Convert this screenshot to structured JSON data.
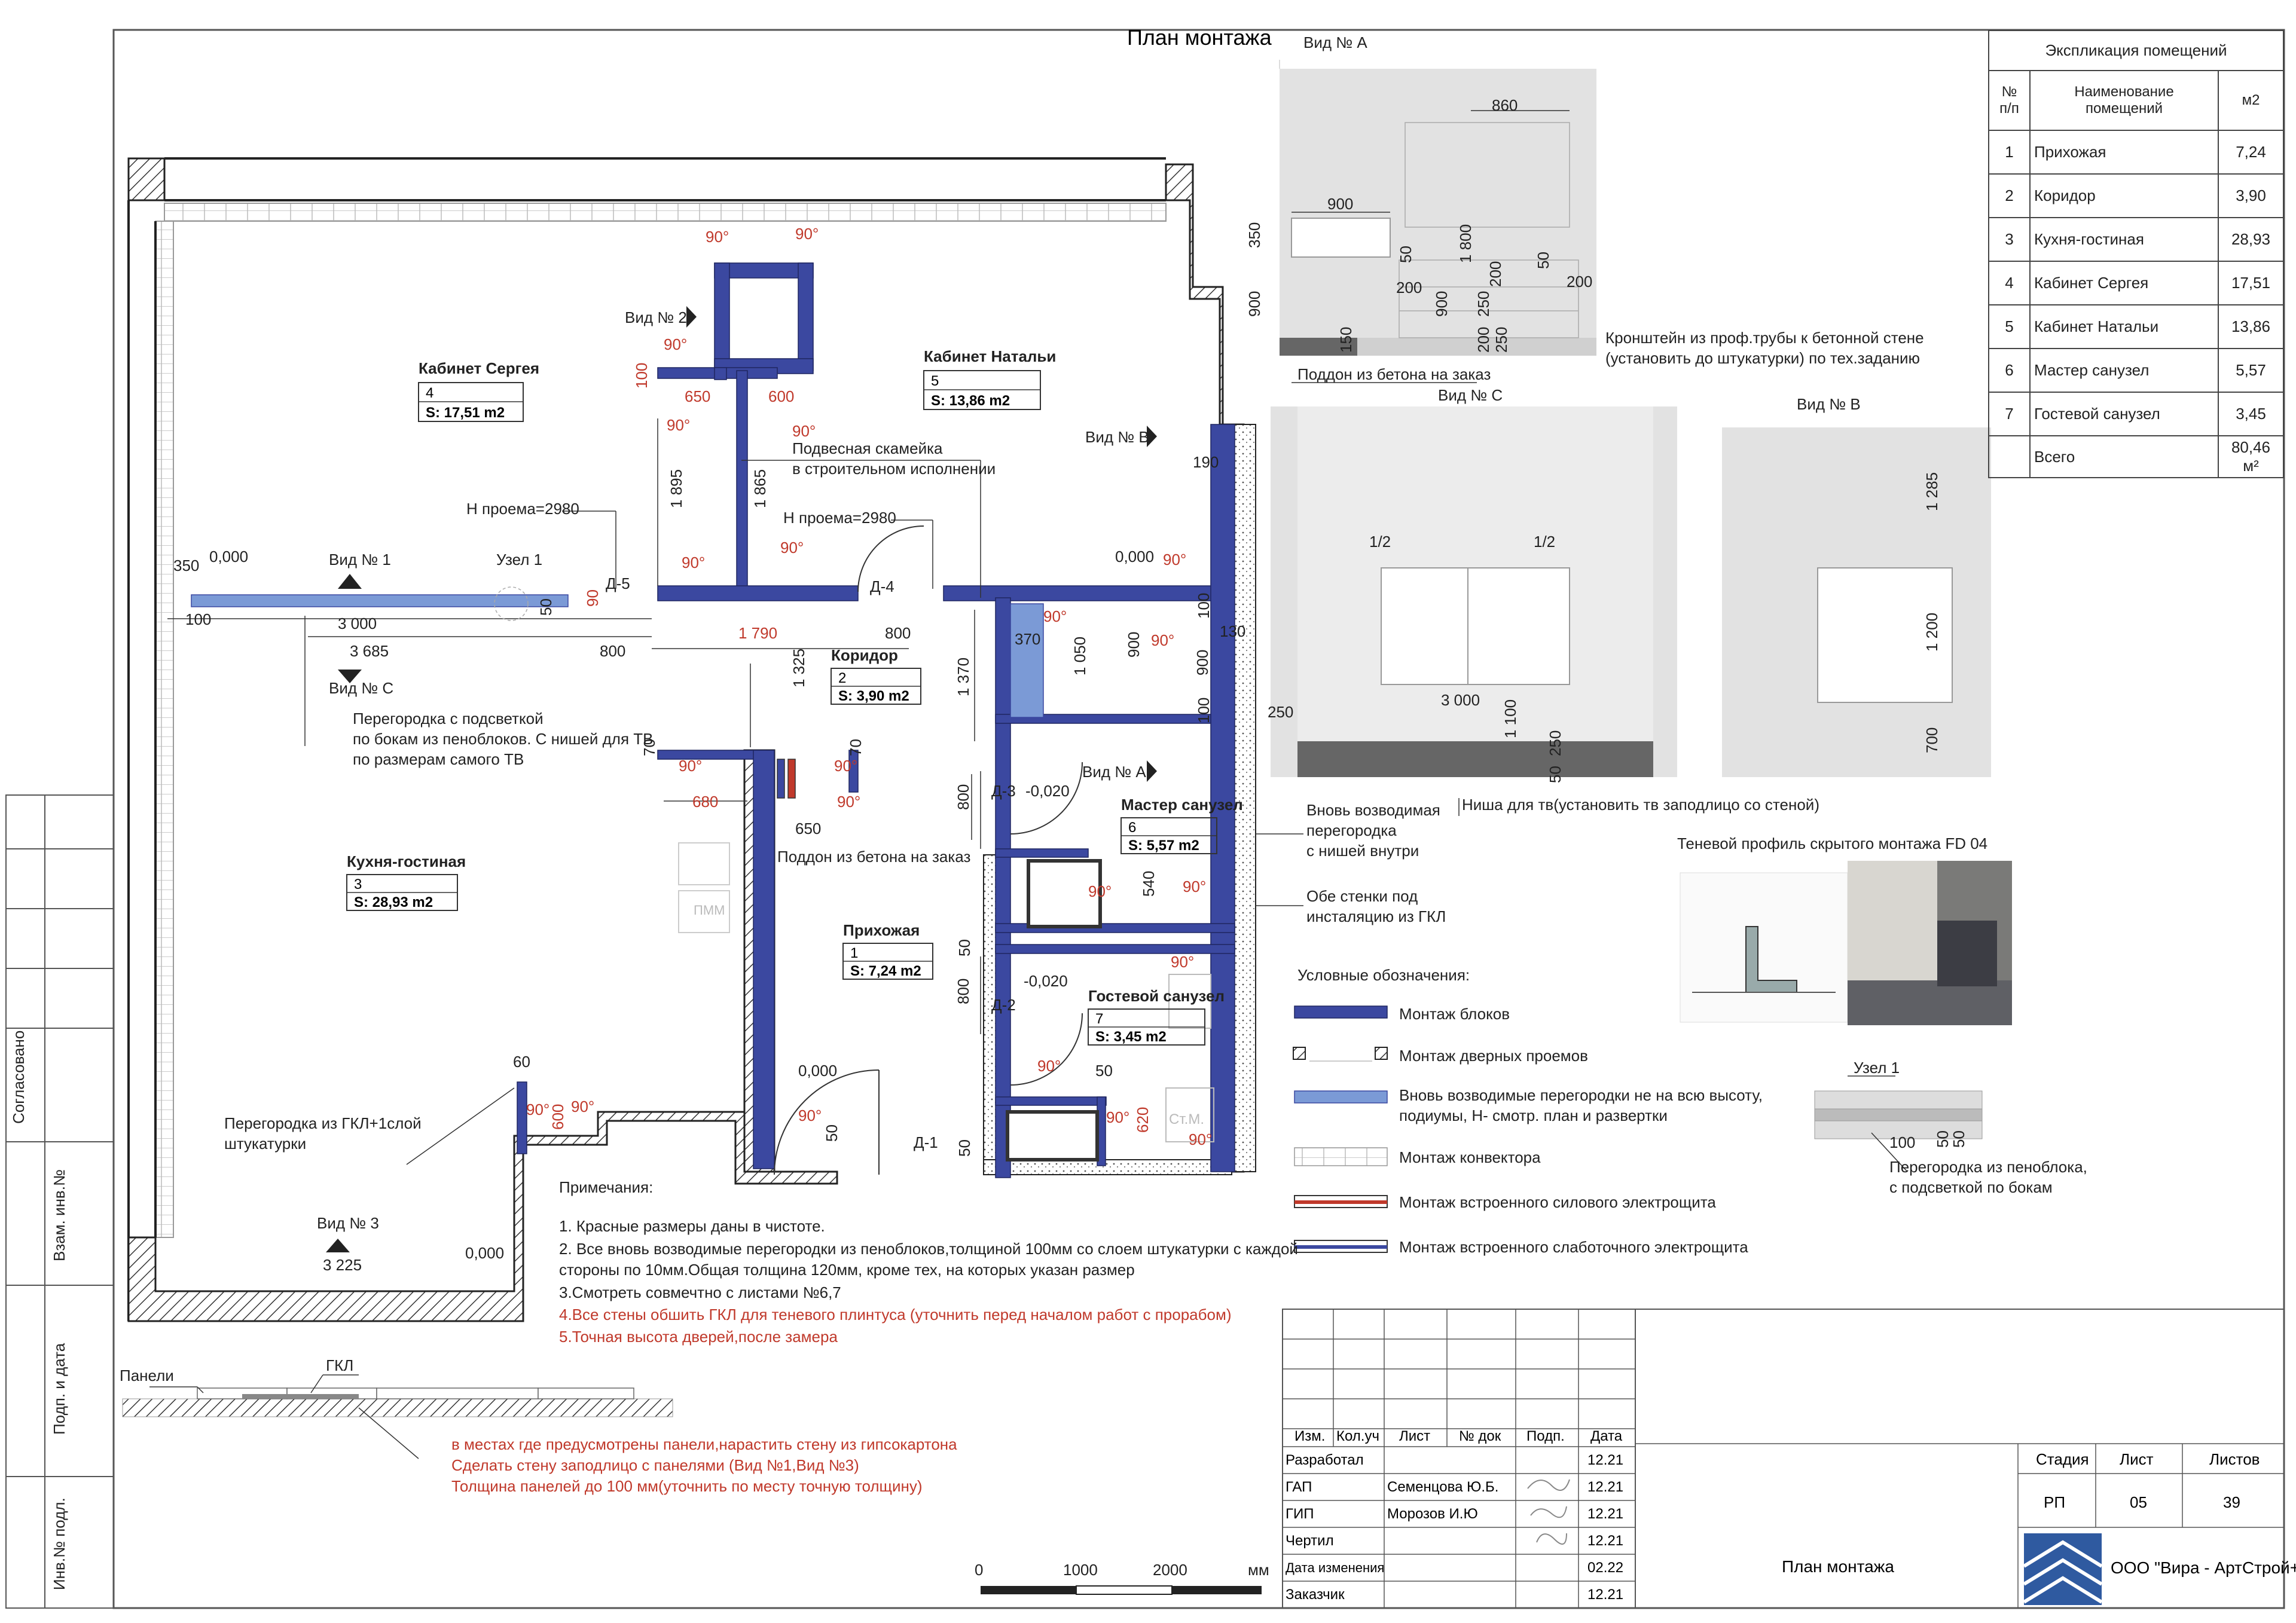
{
  "title": "План монтажа",
  "views": {
    "a": "Вид № А",
    "c": "Вид № С",
    "b": "Вид № В",
    "v1": "Вид № 1",
    "v2": "Вид № 2",
    "v3": "Вид № 3",
    "vc": "Вид № С",
    "vb": "Вид № В",
    "va2": "Вид № А"
  },
  "rooms": [
    {
      "name": "Кабинет Сергея",
      "num": "4",
      "area": "S: 17,51 m2"
    },
    {
      "name": "Кабинет Натальи",
      "num": "5",
      "area": "S: 13,86 m2"
    },
    {
      "name": "Коридор",
      "num": "2",
      "area": "S: 3,90 m2"
    },
    {
      "name": "Мастер санузел",
      "num": "6",
      "area": "S: 5,57 m2"
    },
    {
      "name": "Кухня-гостиная",
      "num": "3",
      "area": "S: 28,93 m2"
    },
    {
      "name": "Прихожая",
      "num": "1",
      "area": "S: 7,24 m2"
    },
    {
      "name": "Гостевой санузел",
      "num": "7",
      "area": "S: 3,45 m2"
    }
  ],
  "doors": {
    "d1": "Д-1",
    "d2": "Д-2",
    "d3": "Д-3",
    "d4": "Д-4",
    "d5": "Д-5"
  },
  "levels": {
    "l1": "0,000",
    "l2": "0,000",
    "l3": "0,000",
    "l4": "0,000",
    "l5": "-0,020",
    "l6": "-0,020"
  },
  "dims": {
    "d350": "350",
    "d100a": "100",
    "d3000": "3 000",
    "d3685": "3 685",
    "d800a": "800",
    "d1790": "1 790",
    "d800b": "800",
    "d50a": "50",
    "d90a": "90",
    "d1895": "1 895",
    "d1865": "1 865",
    "d650a": "650",
    "d600": "600",
    "d100b": "100",
    "d1325": "1 325",
    "d1370": "1 370",
    "d370": "370",
    "d1050": "1 050",
    "d900a": "900",
    "d900b": "900",
    "d190": "190",
    "d100c": "100",
    "d130": "130",
    "d100d": "100",
    "d680": "680",
    "d650b": "650",
    "d70a": "70",
    "d70b": "70",
    "d800c": "800",
    "d800d": "800",
    "d540": "540",
    "d50b": "50",
    "d50c": "50",
    "d50d": "50",
    "d620": "620",
    "d60": "60",
    "d600b": "600",
    "d50e": "50",
    "d3225": "3 225",
    "d50f": "50"
  },
  "angles": "90°",
  "callouts": {
    "h1": "Н проема=2980",
    "h2": "Н проема=2980",
    "node1": "Узел 1",
    "bench": "Подвесная скамейка\nв строительном исполнении",
    "partition_tv": "Перегородка с подсветкой\nпо бокам из пеноблоков. С нишей для ТВ\nпо размерам самого ТВ",
    "tray": "Поддон из бетона на заказ",
    "new_partition": "Вновь возводимая\nперегородка\nс нишей внутри",
    "both_walls": "Обе стенки под\nинсталяцию из ГКЛ",
    "gkl_partition": "Перегородка из ГКЛ+1слой\nштукатурки"
  },
  "view_a": {
    "d860": "860",
    "d900": "900",
    "d350": "350",
    "d900v": "900",
    "d150": "150",
    "d50": "50",
    "d1800": "1 800",
    "d200a": "200",
    "d900b": "900",
    "d200b": "200",
    "d250a": "250",
    "d200c": "200",
    "d250b": "250",
    "d50b": "50",
    "d200d": "200",
    "tray": "Поддон из бетона на заказ",
    "bracket": "Кронштейн из проф.трубы к бетонной стене\n(установить до штукатурки) по тех.заданию"
  },
  "view_c": {
    "half1": "1/2",
    "half2": "1/2",
    "d3000": "3 000",
    "d1100": "1 100",
    "d250": "250",
    "d50": "50",
    "d250b": "250",
    "niche": "Ниша для тв(установить тв заподлицо со стеной)"
  },
  "view_b": {
    "d1285": "1 285",
    "d1200": "1 200",
    "d700": "700"
  },
  "explication": {
    "title": "Экспликация помещений",
    "head": [
      "№\nп/п",
      "Наименование\nпомещений",
      "м2"
    ],
    "rows": [
      [
        "1",
        "Прихожая",
        "7,24"
      ],
      [
        "2",
        "Коридор",
        "3,90"
      ],
      [
        "3",
        "Кухня-гостиная",
        "28,93"
      ],
      [
        "4",
        "Кабинет Сергея",
        "17,51"
      ],
      [
        "5",
        "Кабинет Натальи",
        "13,86"
      ],
      [
        "6",
        "Мастер санузел",
        "5,57"
      ],
      [
        "7",
        "Гостевой санузел",
        "3,45"
      ]
    ],
    "total_label": "Всего",
    "total": "80,46 м²"
  },
  "profile_title": "Теневой профиль скрытого монтажа FD 04",
  "legend": {
    "title": "Условные обозначения:",
    "items": [
      "Монтаж блоков",
      "Монтаж дверных проемов",
      "Вновь возводимые перегородки не на всю высоту,\nподиумы, Н- смотр. план и развертки",
      "Монтаж конвектора",
      "Монтаж встроенного силового электрощита",
      "Монтаж встроенного слаботочного электрощита"
    ]
  },
  "node1": {
    "title": "Узел 1",
    "d100": "100",
    "d50a": "50",
    "d50b": "50",
    "caption": "Перегородка из пеноблока,\nс подсветкой по бокам"
  },
  "notes": {
    "title": "Примечания:",
    "items": [
      "1. Красные размеры даны в чистоте.",
      "2. Все вновь возводимые перегородки из пеноблоков,толщиной 100мм  со слоем штукатурки с каждой",
      "стороны по 10мм.Общая толщина 120мм, кроме тех, на которых указан размер",
      "3.Смотреть совмечтно с листами №6,7"
    ],
    "red_items": [
      "4.Все стены обшить ГКЛ для теневого плинтуса  (уточнить перед началом работ с прорабом)",
      "5.Точная высота дверей,после замера"
    ]
  },
  "panels": {
    "panel_label": "Панели",
    "gkl_label": "ГКЛ",
    "red_lines": [
      "в местах где предусмотрены панели,нарастить стену из гипсокартона",
      "Сделать стену заподлицо с панелями  (Вид №1,Вид №3)",
      "Толщина панелей до 100 мм(уточнить по месту точную толщину)"
    ]
  },
  "scale": {
    "s0": "0",
    "s1": "1000",
    "s2": "2000",
    "unit": "мм"
  },
  "sidebar": {
    "agreed": "Согласовано",
    "inv_replace": "Взам. инв.№",
    "sign_date": "Подп. и дата",
    "inv_orig": "Инв.№ подл."
  },
  "stamp": {
    "head": [
      "Изм.",
      "Кол.уч",
      "Лист",
      "№ док",
      "Подп.",
      "Дата"
    ],
    "rows": [
      {
        "role": "Разработал",
        "name": "",
        "date": "12.21"
      },
      {
        "role": "ГАП",
        "name": "Семенцова Ю.Б.",
        "date": "12.21"
      },
      {
        "role": "ГИП",
        "name": "Морозов И.Ю",
        "date": "12.21"
      },
      {
        "role": "Чертил",
        "name": "",
        "date": "12.21"
      },
      {
        "role": "Дата изменения",
        "name": "",
        "date": "02.22"
      },
      {
        "role": "Заказчик",
        "name": "",
        "date": "12.21"
      }
    ],
    "stage_label": "Стадия",
    "sheet_label": "Лист",
    "sheets_label": "Листов",
    "stage": "РП",
    "sheet": "05",
    "sheets": "39",
    "drawing_title": "План монтажа",
    "company": "ООО \"Вира - АртСтрой+\""
  },
  "fixtures": {
    "stm": "Ст.М.",
    "pmm": "ПММ"
  },
  "colors": {
    "block": "#3b48a0",
    "light": "#7b9ad6",
    "red": "#c0392b"
  }
}
